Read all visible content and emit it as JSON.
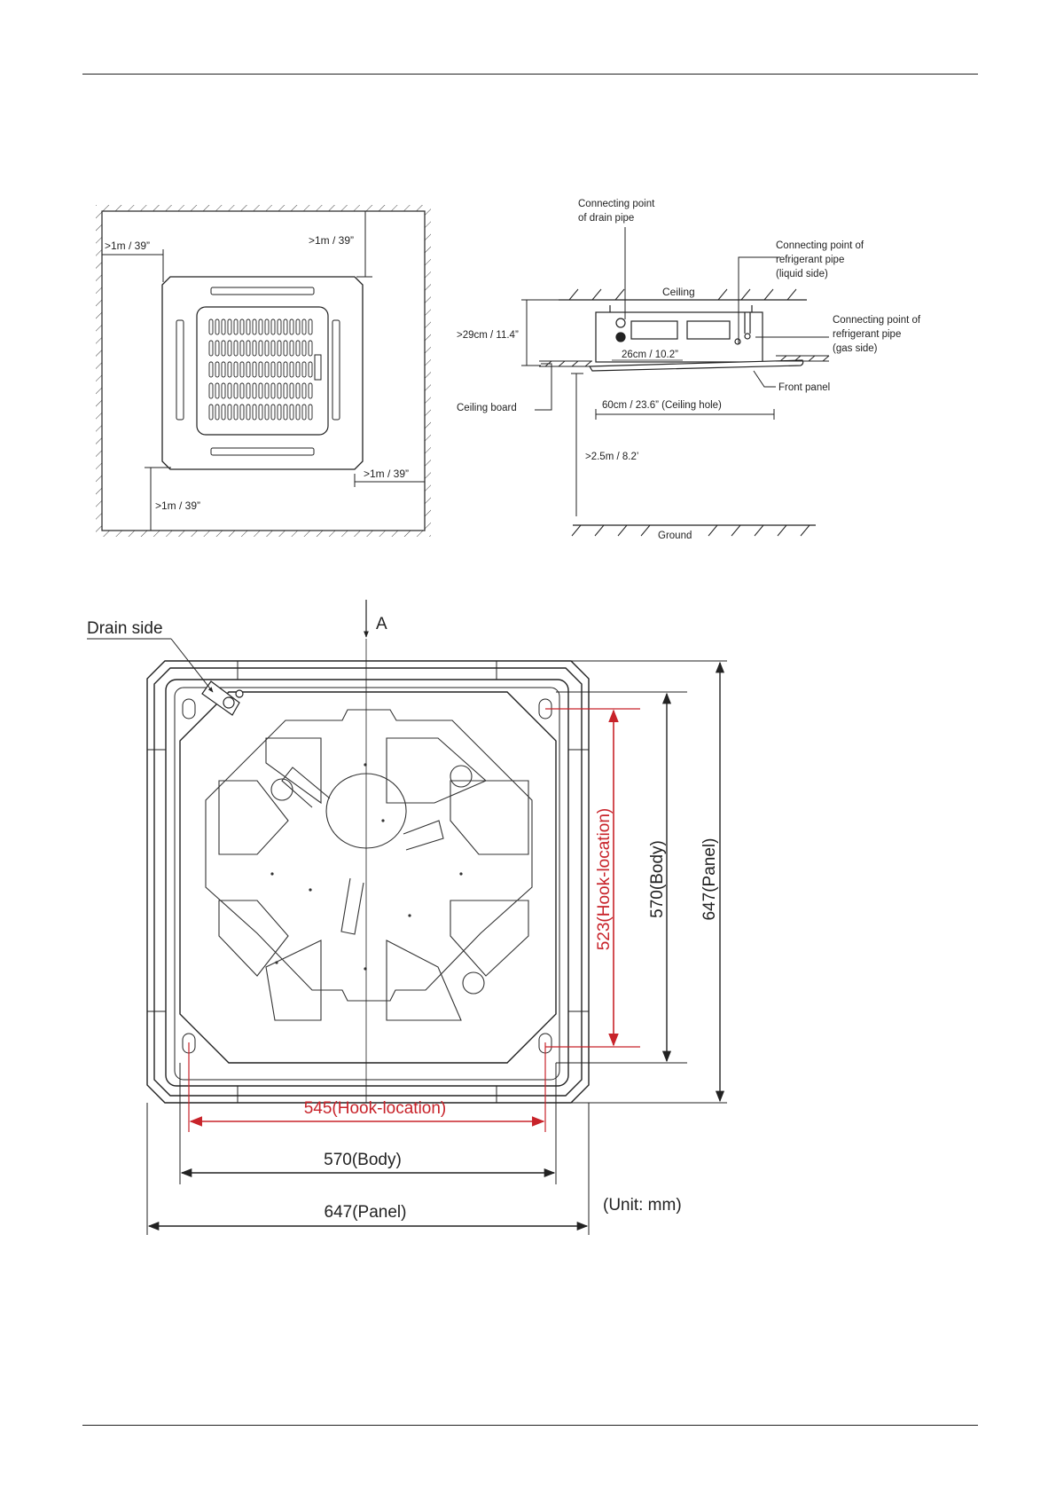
{
  "clearance_plan": {
    "labels": {
      "left": ">1m / 39”",
      "top": ">1m / 39”",
      "right": ">1m / 39”",
      "bottom": ">1m / 39”"
    }
  },
  "section_view": {
    "drain_point": [
      "Connecting point",
      "of drain pipe"
    ],
    "liquid_point": [
      "Connecting point of",
      "refrigerant pipe",
      "(liquid side)"
    ],
    "gas_point": [
      "Connecting point of",
      "refrigerant pipe",
      "(gas side)"
    ],
    "ceiling": "Ceiling",
    "height_above": ">29cm / 11.4”",
    "unit_height": "26cm / 10.2”",
    "ceiling_board": "Ceiling board",
    "front_panel": "Front panel",
    "ceiling_hole": "60cm / 23.6” (Ceiling hole)",
    "floor_height": ">2.5m / 8.2’",
    "ground": "Ground"
  },
  "dimension_drawing": {
    "drain_side": "Drain side",
    "view_marker": "A",
    "hook_width": "545(Hook-location)",
    "body_width": "570(Body)",
    "panel_width": "647(Panel)",
    "hook_height": "523(Hook-location)",
    "body_height": "570(Body)",
    "panel_height": "647(Panel)",
    "unit_note": "(Unit: mm)"
  },
  "colors": {
    "line": "#222222",
    "dimension_red": "#c8232a"
  }
}
